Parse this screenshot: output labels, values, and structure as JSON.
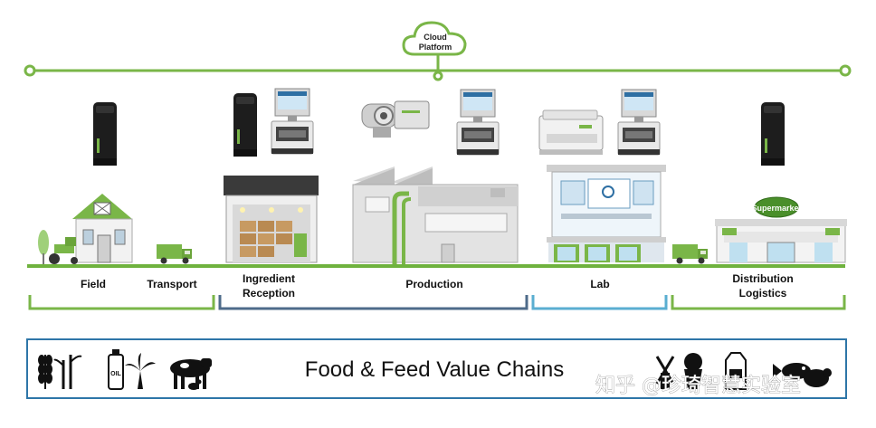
{
  "cloud": {
    "line1": "Cloud",
    "line2": "Platform"
  },
  "stages": {
    "field": "Field",
    "transport": "Transport",
    "ingredient_line1": "Ingredient",
    "ingredient_line2": "Reception",
    "production": "Production",
    "lab": "Lab",
    "distribution_line1": "Distribution",
    "distribution_line2": "Logistics"
  },
  "signs": {
    "supermarket": "Supermarket",
    "oil": "OIL"
  },
  "banner": {
    "title": "Food & Feed Value Chains"
  },
  "watermark": "知乎 @珍琦智慧实验室",
  "colors": {
    "accent_green": "#7ab648",
    "ground_green": "#6fb23e",
    "ingredient_bracket": "#4e6b8a",
    "lab_bracket": "#5aaed1",
    "banner_border": "#2e76a8"
  }
}
